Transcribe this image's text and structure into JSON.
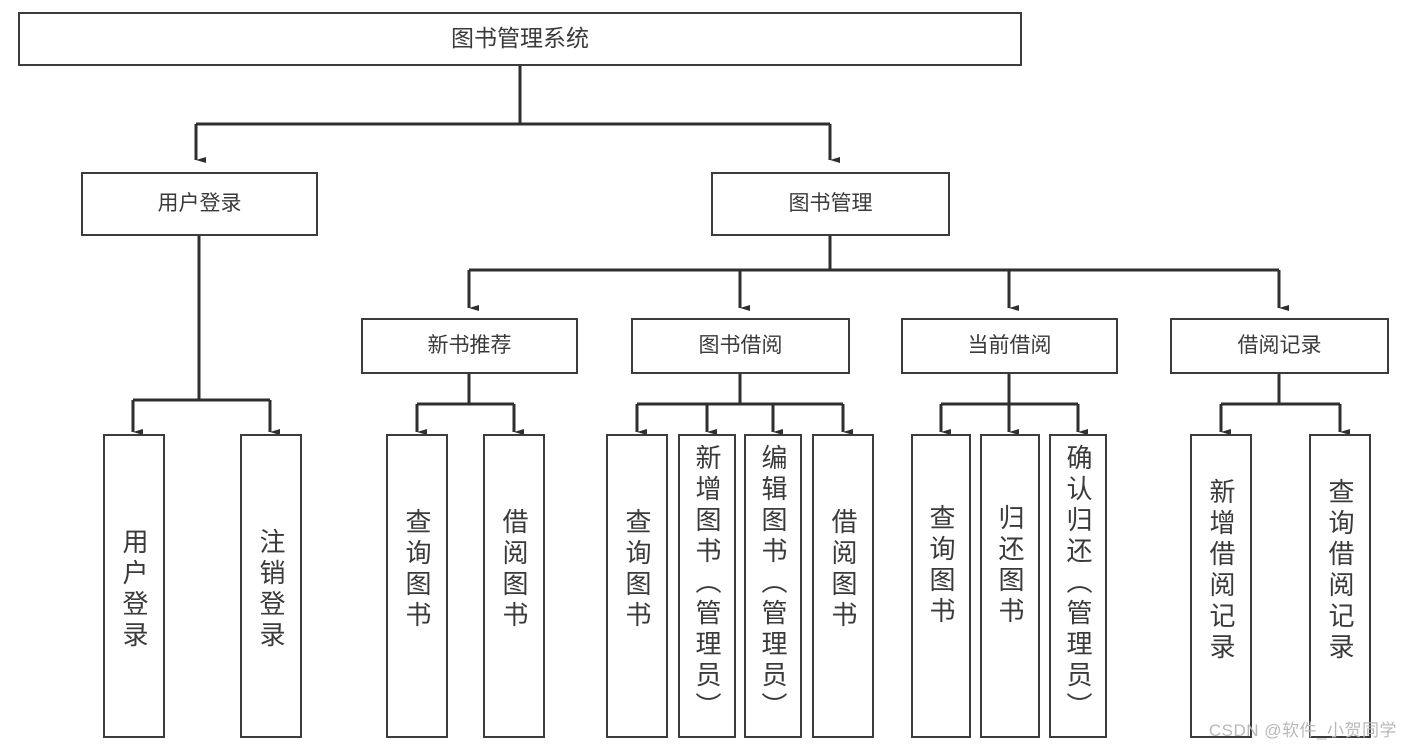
{
  "diagram": {
    "title": "图书管理系统",
    "type": "tree",
    "orientation": "top-down",
    "colors": {
      "background": "#ffffff",
      "box_border": "#3c3c3c",
      "box_fill": "#ffffff",
      "text": "#3a3a3a",
      "edge": "#2f2f2f",
      "watermark": "#b9b9b9"
    },
    "root": {
      "id": "root",
      "label": "图书管理系统"
    },
    "level1": [
      {
        "id": "user-login",
        "label": "用户登录"
      },
      {
        "id": "book-manage",
        "label": "图书管理"
      }
    ],
    "level2": [
      {
        "id": "new-book-rec",
        "label": "新书推荐",
        "parent": "book-manage"
      },
      {
        "id": "book-borrow",
        "label": "图书借阅",
        "parent": "book-manage"
      },
      {
        "id": "current-borrow",
        "label": "当前借阅",
        "parent": "book-manage"
      },
      {
        "id": "borrow-record",
        "label": "借阅记录",
        "parent": "book-manage"
      }
    ],
    "leaves": [
      {
        "id": "leaf-user-login",
        "label": "用户登录",
        "parent": "user-login"
      },
      {
        "id": "leaf-logout",
        "label": "注销登录",
        "parent": "user-login"
      },
      {
        "id": "leaf-query-book-1",
        "label": "查询图书",
        "parent": "new-book-rec"
      },
      {
        "id": "leaf-borrow-book-1",
        "label": "借阅图书",
        "parent": "new-book-rec"
      },
      {
        "id": "leaf-query-book-2",
        "label": "查询图书",
        "parent": "book-borrow"
      },
      {
        "id": "leaf-add-book",
        "label": "新增图书（管理员）",
        "parent": "book-borrow"
      },
      {
        "id": "leaf-edit-book",
        "label": "编辑图书（管理员）",
        "parent": "book-borrow"
      },
      {
        "id": "leaf-borrow-book-2",
        "label": "借阅图书",
        "parent": "book-borrow"
      },
      {
        "id": "leaf-query-book-3",
        "label": "查询图书",
        "parent": "current-borrow"
      },
      {
        "id": "leaf-return-book",
        "label": "归还图书",
        "parent": "current-borrow"
      },
      {
        "id": "leaf-confirm-return",
        "label": "确认归还（管理员）",
        "parent": "current-borrow"
      },
      {
        "id": "leaf-add-record",
        "label": "新增借阅记录",
        "parent": "borrow-record"
      },
      {
        "id": "leaf-query-record",
        "label": "查询借阅记录",
        "parent": "borrow-record"
      }
    ]
  },
  "watermark": {
    "text": "CSDN @软件_小贺同学"
  }
}
